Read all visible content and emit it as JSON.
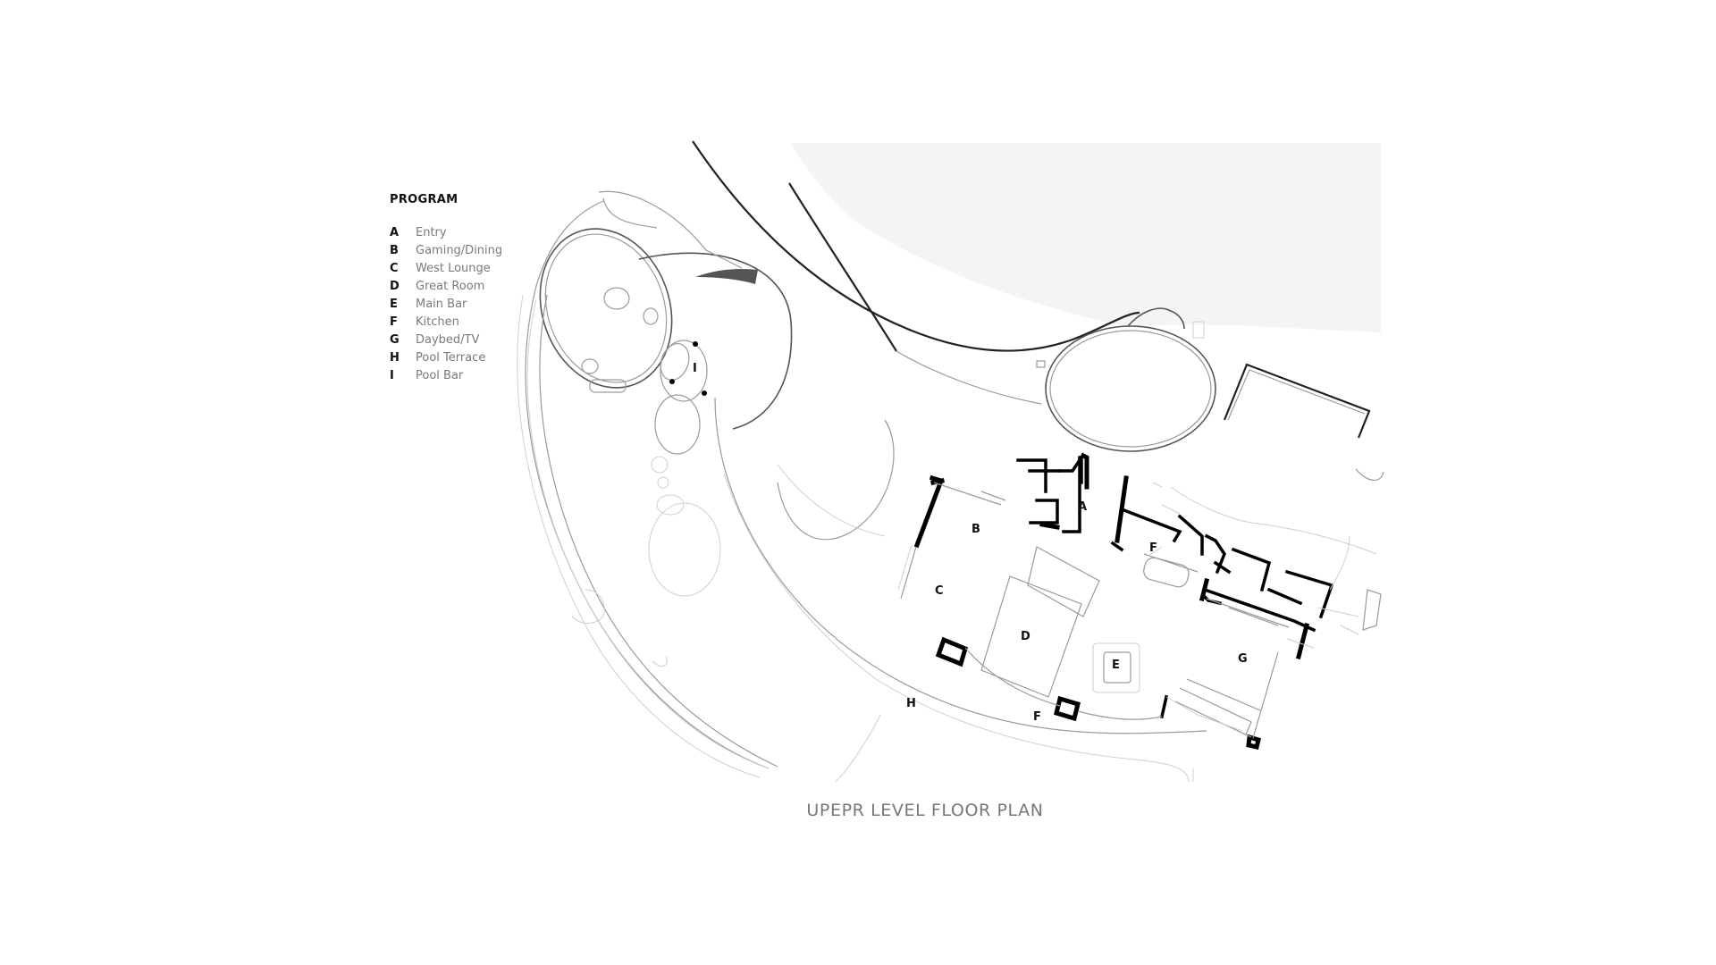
{
  "legend": {
    "title": "PROGRAM",
    "items": [
      {
        "letter": "A",
        "label": "Entry"
      },
      {
        "letter": "B",
        "label": "Gaming/Dining"
      },
      {
        "letter": "C",
        "label": "West Lounge"
      },
      {
        "letter": "D",
        "label": "Great Room"
      },
      {
        "letter": "E",
        "label": "Main Bar"
      },
      {
        "letter": "F",
        "label": "Kitchen"
      },
      {
        "letter": "G",
        "label": "Daybed/TV"
      },
      {
        "letter": "H",
        "label": "Pool Terrace"
      },
      {
        "letter": "I",
        "label": "Pool Bar"
      }
    ]
  },
  "plan": {
    "labels": {
      "a": "A",
      "b": "B",
      "c": "C",
      "d": "D",
      "e": "E",
      "f1": "F",
      "f2": "F",
      "g": "G",
      "h": "H",
      "i": "I"
    },
    "title": "UPEPR LEVEL FLOOR PLAN"
  }
}
